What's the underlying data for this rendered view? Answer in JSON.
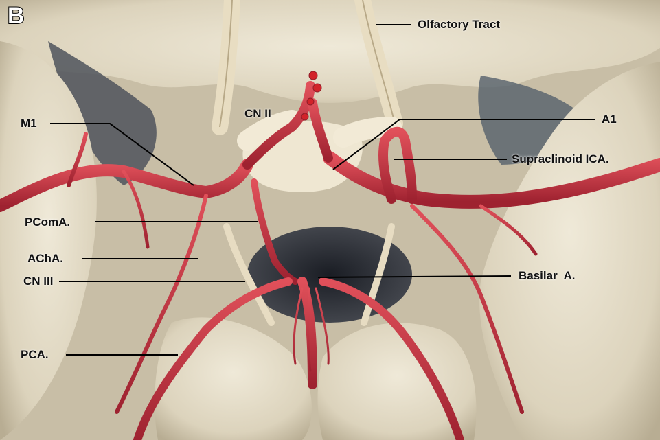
{
  "figure": {
    "panel_letter": "B"
  },
  "labels": {
    "olfactory_tract": "Olfactory Tract",
    "cn_ii": "CN II",
    "m1": "M1",
    "a1": "A1",
    "supraclinoid_ica": "Supraclinoid ICA.",
    "pcoma": "PComA.",
    "acha": "AChA.",
    "cn_iii": "CN III",
    "basilar": "Basilar  A.",
    "pca": "PCA."
  },
  "colors": {
    "tissue": "#e3dcc8",
    "tissue_shadow": "#b9ae95",
    "vessel": "#c8323d",
    "vessel_dark": "#8e1d28",
    "cavity": "#2a2f3a",
    "leader": "#000000"
  }
}
